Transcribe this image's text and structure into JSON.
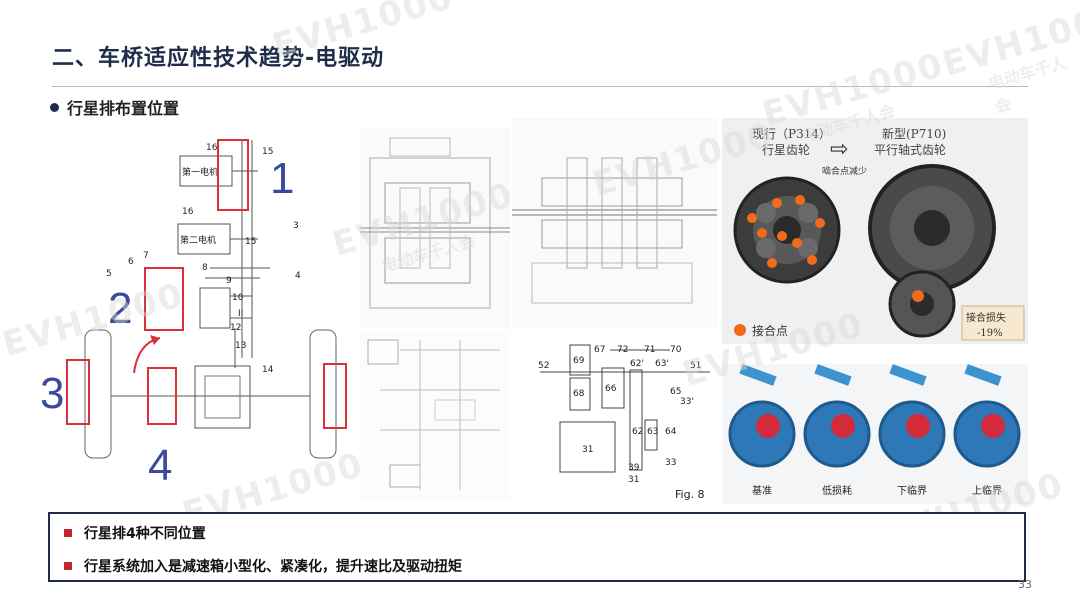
{
  "title": "二、车桥适应性技术趋势-电驱动",
  "section_heading": "行星排布置位置",
  "schematic": {
    "motor1_label": "第一电机",
    "motor2_label": "第二电机",
    "position_numbers": [
      "1",
      "2",
      "3",
      "4"
    ],
    "part_numbers": [
      "16",
      "15",
      "16",
      "3",
      "7",
      "6",
      "5",
      "8",
      "9",
      "10",
      "11",
      "12",
      "13",
      "14",
      "4"
    ]
  },
  "gear_photo": {
    "current_label": "现行（P314）",
    "current_sub": "行星齿轮",
    "new_label": "新型(P710)",
    "new_sub": "平行轴式齿轮",
    "mesh_reduction": "啮合点减少",
    "legend_mesh_point": "接合点",
    "loss_label": "接合损失",
    "loss_value": "-19%"
  },
  "blue_gears": {
    "labels": [
      "基准",
      "低损耗",
      "下临界",
      "上临界"
    ]
  },
  "patent_drawing": {
    "fig_label": "Fig. 8",
    "box_labels": [
      "69",
      "68",
      "66",
      "31"
    ],
    "ref_numbers": [
      "52",
      "67",
      "72",
      "71",
      "70",
      "51",
      "62'",
      "63'",
      "65",
      "33'",
      "62",
      "63",
      "64",
      "39",
      "31",
      "33"
    ]
  },
  "summary": {
    "items": [
      "行星排4种不同位置",
      "行星系统加入是减速箱小型化、紧凑化，提升速比及驱动扭矩"
    ]
  },
  "page_number": "33",
  "watermark": {
    "brand": "EVH1000",
    "sub": "电动车千人会"
  },
  "colors": {
    "title": "#1f2d4b",
    "highlight_red": "#d9323a",
    "number_blue": "#3b4a9a",
    "gear_blue": "#2f78b7",
    "bullet_red": "#c0272d"
  }
}
